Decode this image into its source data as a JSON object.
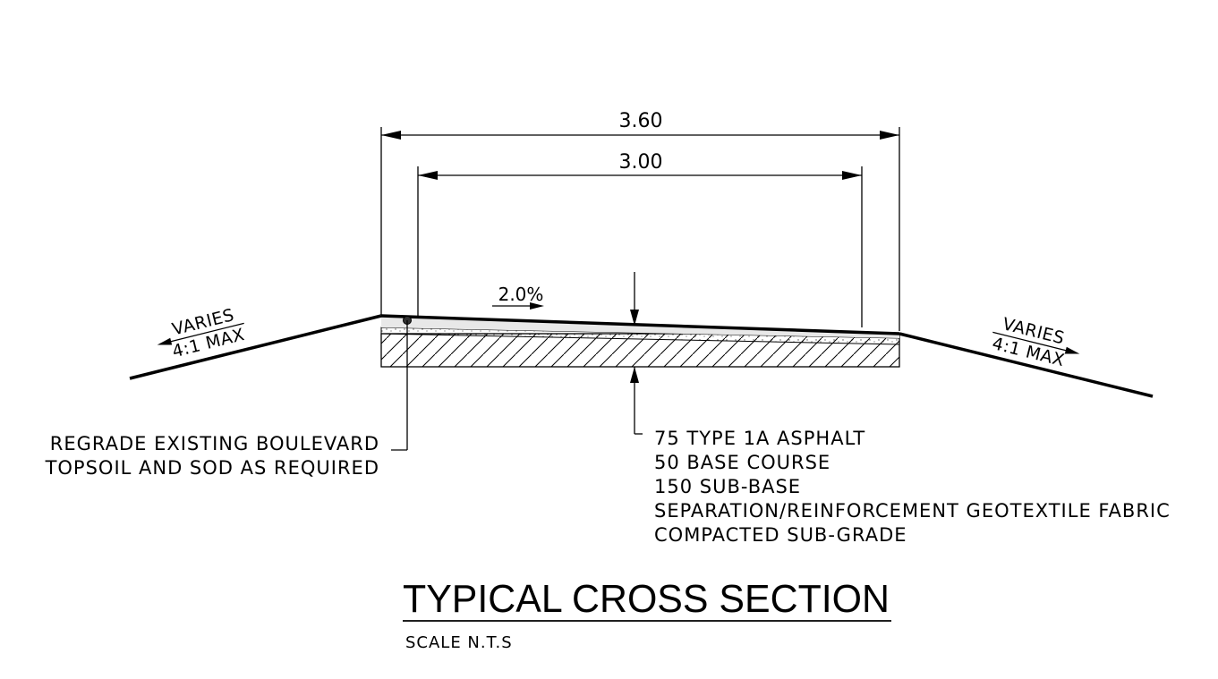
{
  "dimensions": {
    "overall": "3.60",
    "inner": "3.00"
  },
  "cross_slope": "2.0%",
  "side_slopes": {
    "left": {
      "line1": "VARIES",
      "line2": "4:1 MAX"
    },
    "right": {
      "line1": "VARIES",
      "line2": "4:1 MAX"
    }
  },
  "notes": {
    "boulevard": [
      "REGRADE EXISTING BOULEVARD",
      "TOPSOIL AND SOD AS REQUIRED"
    ],
    "structure": [
      "75 TYPE 1A ASPHALT",
      "50 BASE COURSE",
      "150 SUB-BASE",
      "SEPARATION/REINFORCEMENT GEOTEXTILE FABRIC",
      "COMPACTED SUB-GRADE"
    ]
  },
  "title": "TYPICAL CROSS SECTION",
  "scale": "SCALE N.T.S"
}
